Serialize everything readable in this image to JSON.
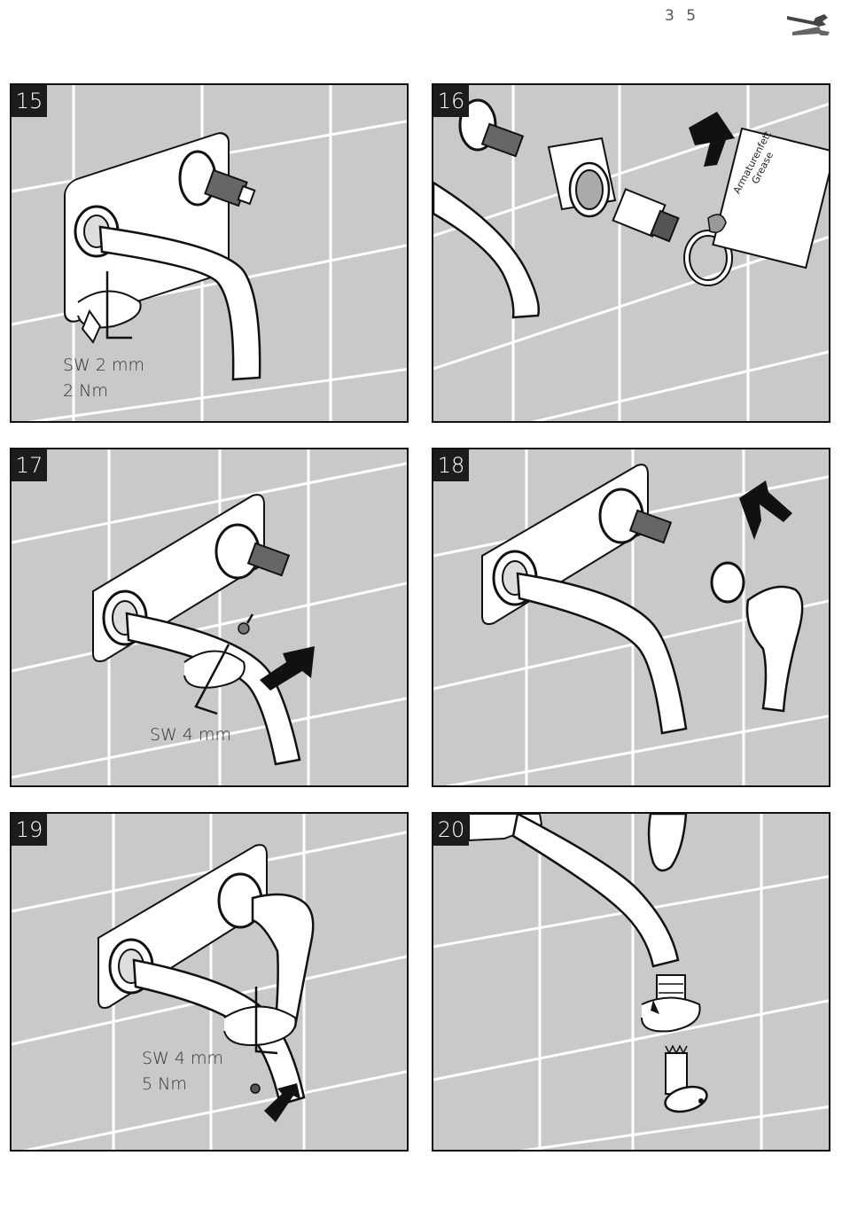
{
  "page": {
    "number": "3 5"
  },
  "icons": {
    "header": "wrench-screwdriver-icon"
  },
  "colors": {
    "tile": "#c9c9c9",
    "grout": "#ffffff",
    "line": "#111111",
    "badge": "#1c1c1c"
  },
  "steps": [
    {
      "number": "15",
      "specs": [
        "SW 2 mm",
        "2 Nm"
      ]
    },
    {
      "number": "16",
      "grease": {
        "brand": "Armaturenfett",
        "label": "Grease"
      }
    },
    {
      "number": "17",
      "specs": [
        "SW 4 mm"
      ]
    },
    {
      "number": "18"
    },
    {
      "number": "19",
      "specs": [
        "SW 4 mm",
        "5 Nm"
      ]
    },
    {
      "number": "20"
    }
  ]
}
